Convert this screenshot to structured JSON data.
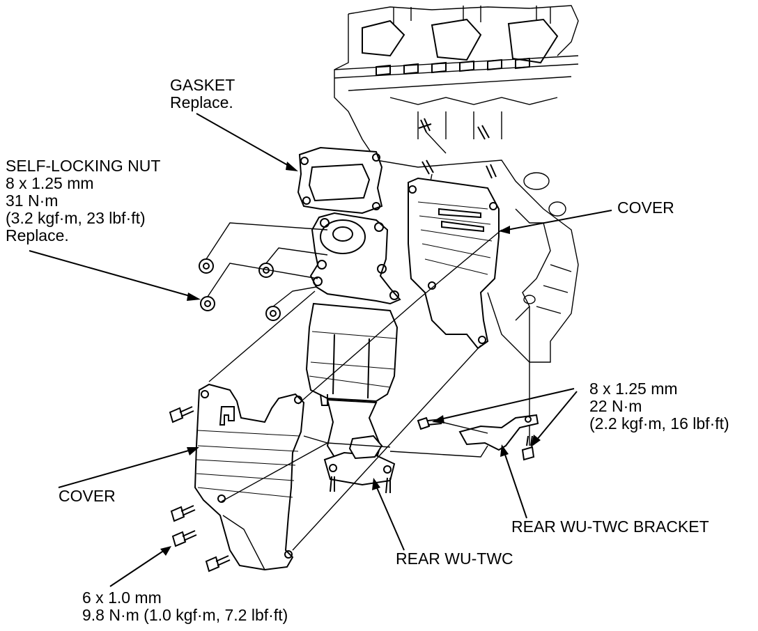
{
  "labels": {
    "gasket": {
      "line1": "GASKET",
      "line2": "Replace."
    },
    "self_locking_nut": {
      "line1": "SELF-LOCKING NUT",
      "line2": "8 x 1.25 mm",
      "line3": "31 N·m",
      "line4": "(3.2 kgf·m, 23 lbf·ft)",
      "line5": "Replace."
    },
    "cover_right": "COVER",
    "cover_left": "COVER",
    "bolt_8mm": {
      "line1": "8 x 1.25 mm",
      "line2": "22 N·m",
      "line3": "(2.2 kgf·m, 16 lbf·ft)"
    },
    "rear_bracket": "REAR WU-TWC BRACKET",
    "rear_twc": "REAR WU-TWC",
    "bolt_6mm": {
      "line1": "6 x 1.0 mm",
      "line2": "9.8 N·m (1.0 kgf·m, 7.2 lbf·ft)"
    }
  },
  "colors": {
    "ink": "#000000",
    "paper": "#ffffff"
  }
}
